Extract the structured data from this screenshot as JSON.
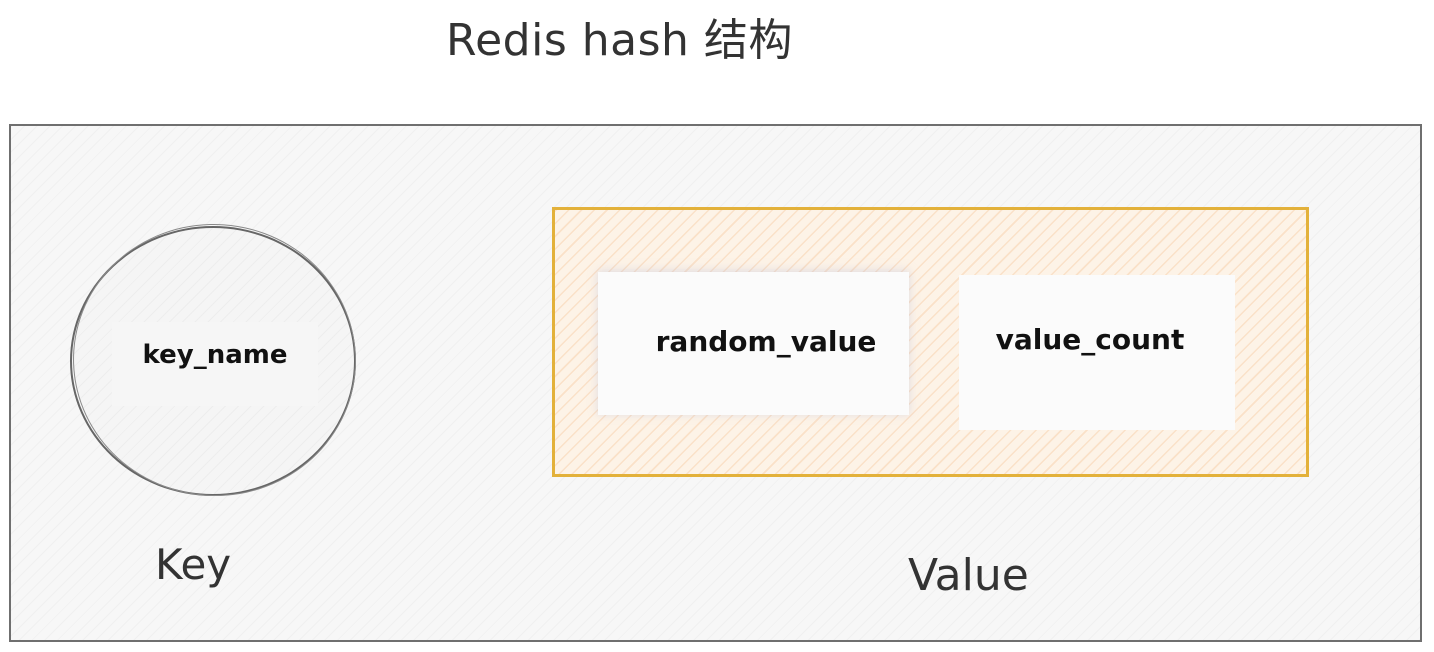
{
  "diagram": {
    "title": "Redis hash 结构",
    "key": {
      "name": "key_name",
      "label": "Key"
    },
    "value": {
      "label": "Value",
      "fields": [
        {
          "text": "random_value"
        },
        {
          "text": "value_count"
        }
      ]
    },
    "colors": {
      "outline": "#666666",
      "value_border": "#e3b13a",
      "value_fill": "#fdf3e7",
      "hatch": "#f0a05a"
    }
  }
}
